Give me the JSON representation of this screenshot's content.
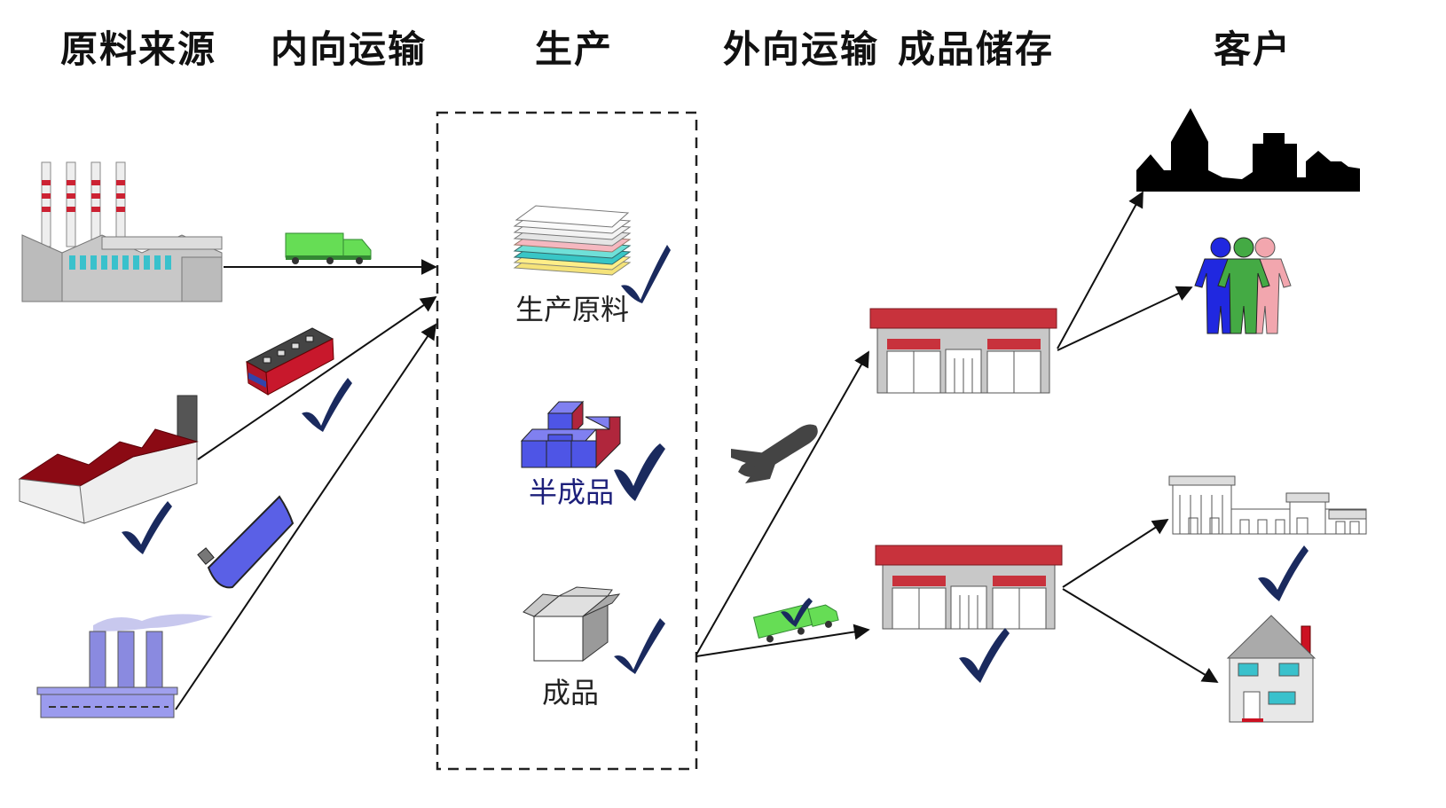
{
  "headers": {
    "raw_source": "原料来源",
    "inbound": "内向运输",
    "production": "生产",
    "outbound": "外向运输",
    "storage": "成品储存",
    "customer": "客户"
  },
  "production_items": {
    "raw_materials": "生产原料",
    "semi_finished": "半成品",
    "finished": "成品"
  },
  "colors": {
    "arrow": "#111111",
    "check": "#1a2a5e",
    "warehouse_roof": "#c8323c",
    "truck_green": "#5fd35f",
    "ship_blue": "#5a64e8",
    "blocks_blue": "#4e55e6",
    "blocks_red": "#b0263c"
  }
}
